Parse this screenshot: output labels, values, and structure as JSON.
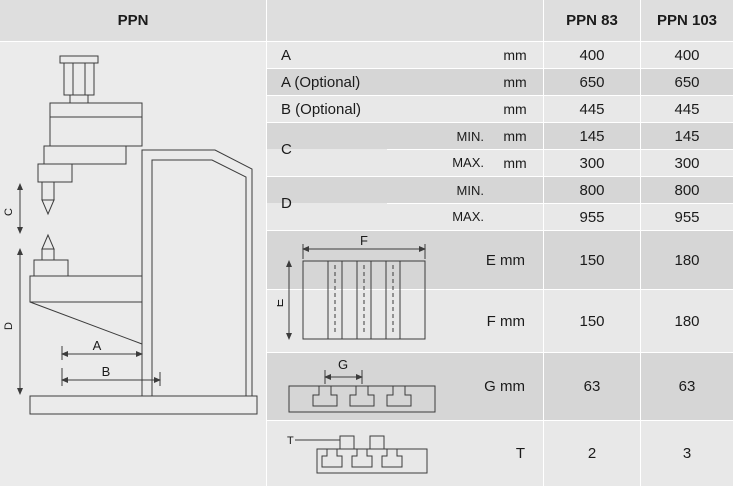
{
  "title": {
    "series": "PPN"
  },
  "columns": {
    "c1": "PPN 83",
    "c2": "PPN 103"
  },
  "rows": {
    "a": {
      "label": "A",
      "unit": "mm",
      "v1": "400",
      "v2": "400"
    },
    "a_opt": {
      "label": "A (Optional)",
      "unit": "mm",
      "v1": "650",
      "v2": "650"
    },
    "b_opt": {
      "label": "B (Optional)",
      "unit": "mm",
      "v1": "445",
      "v2": "445"
    },
    "c": {
      "label": "C",
      "min": "MIN.",
      "max": "MAX.",
      "unit_min": "mm",
      "unit_max": "mm",
      "min_v1": "145",
      "min_v2": "145",
      "max_v1": "300",
      "max_v2": "300"
    },
    "d": {
      "label": "D",
      "min": "MIN.",
      "max": "MAX.",
      "min_v1": "800",
      "min_v2": "800",
      "max_v1": "955",
      "max_v2": "955"
    },
    "e": {
      "label": "E mm",
      "v1": "150",
      "v2": "180"
    },
    "f": {
      "label": "F mm",
      "v1": "150",
      "v2": "180"
    },
    "g": {
      "label": "G mm",
      "v1": "63",
      "v2": "63"
    },
    "t": {
      "label": "T",
      "v1": "2",
      "v2": "3"
    }
  },
  "drawing": {
    "dim_a": "A",
    "dim_b": "B",
    "dim_c": "C",
    "dim_d": "D"
  },
  "diagrams": {
    "ef": {
      "dim_e": "E",
      "dim_f": "F"
    },
    "g": {
      "dim_g": "G"
    },
    "t": {
      "dim_t": "T"
    }
  }
}
